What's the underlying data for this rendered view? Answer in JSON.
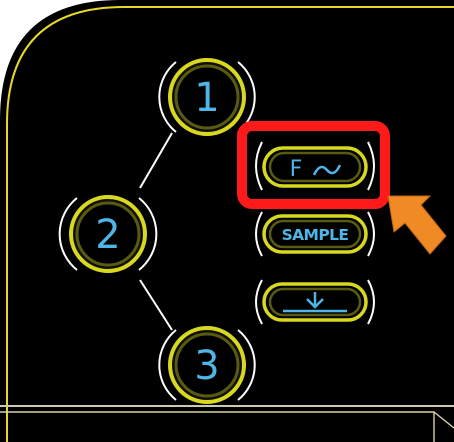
{
  "pads": [
    {
      "label": "1"
    },
    {
      "label": "2"
    },
    {
      "label": "3"
    }
  ],
  "buttons": {
    "fx": {
      "label": "F",
      "highlighted": true
    },
    "sample": {
      "label": "SAMPLE"
    },
    "download": {
      "icon": "arrow-down-icon"
    }
  },
  "colors": {
    "panel": "#000000",
    "frame": "#f0e030",
    "ring_yellow": "#d8d820",
    "ring_dark": "#5a5a12",
    "text": "#4fb4e6",
    "highlight": "#ff1a1a",
    "pointer": "#f08a24"
  },
  "icons": {
    "pointer": "arrow-pointer-icon",
    "fx_wave": "tilde-wave-icon",
    "download": "arrow-down-icon"
  }
}
